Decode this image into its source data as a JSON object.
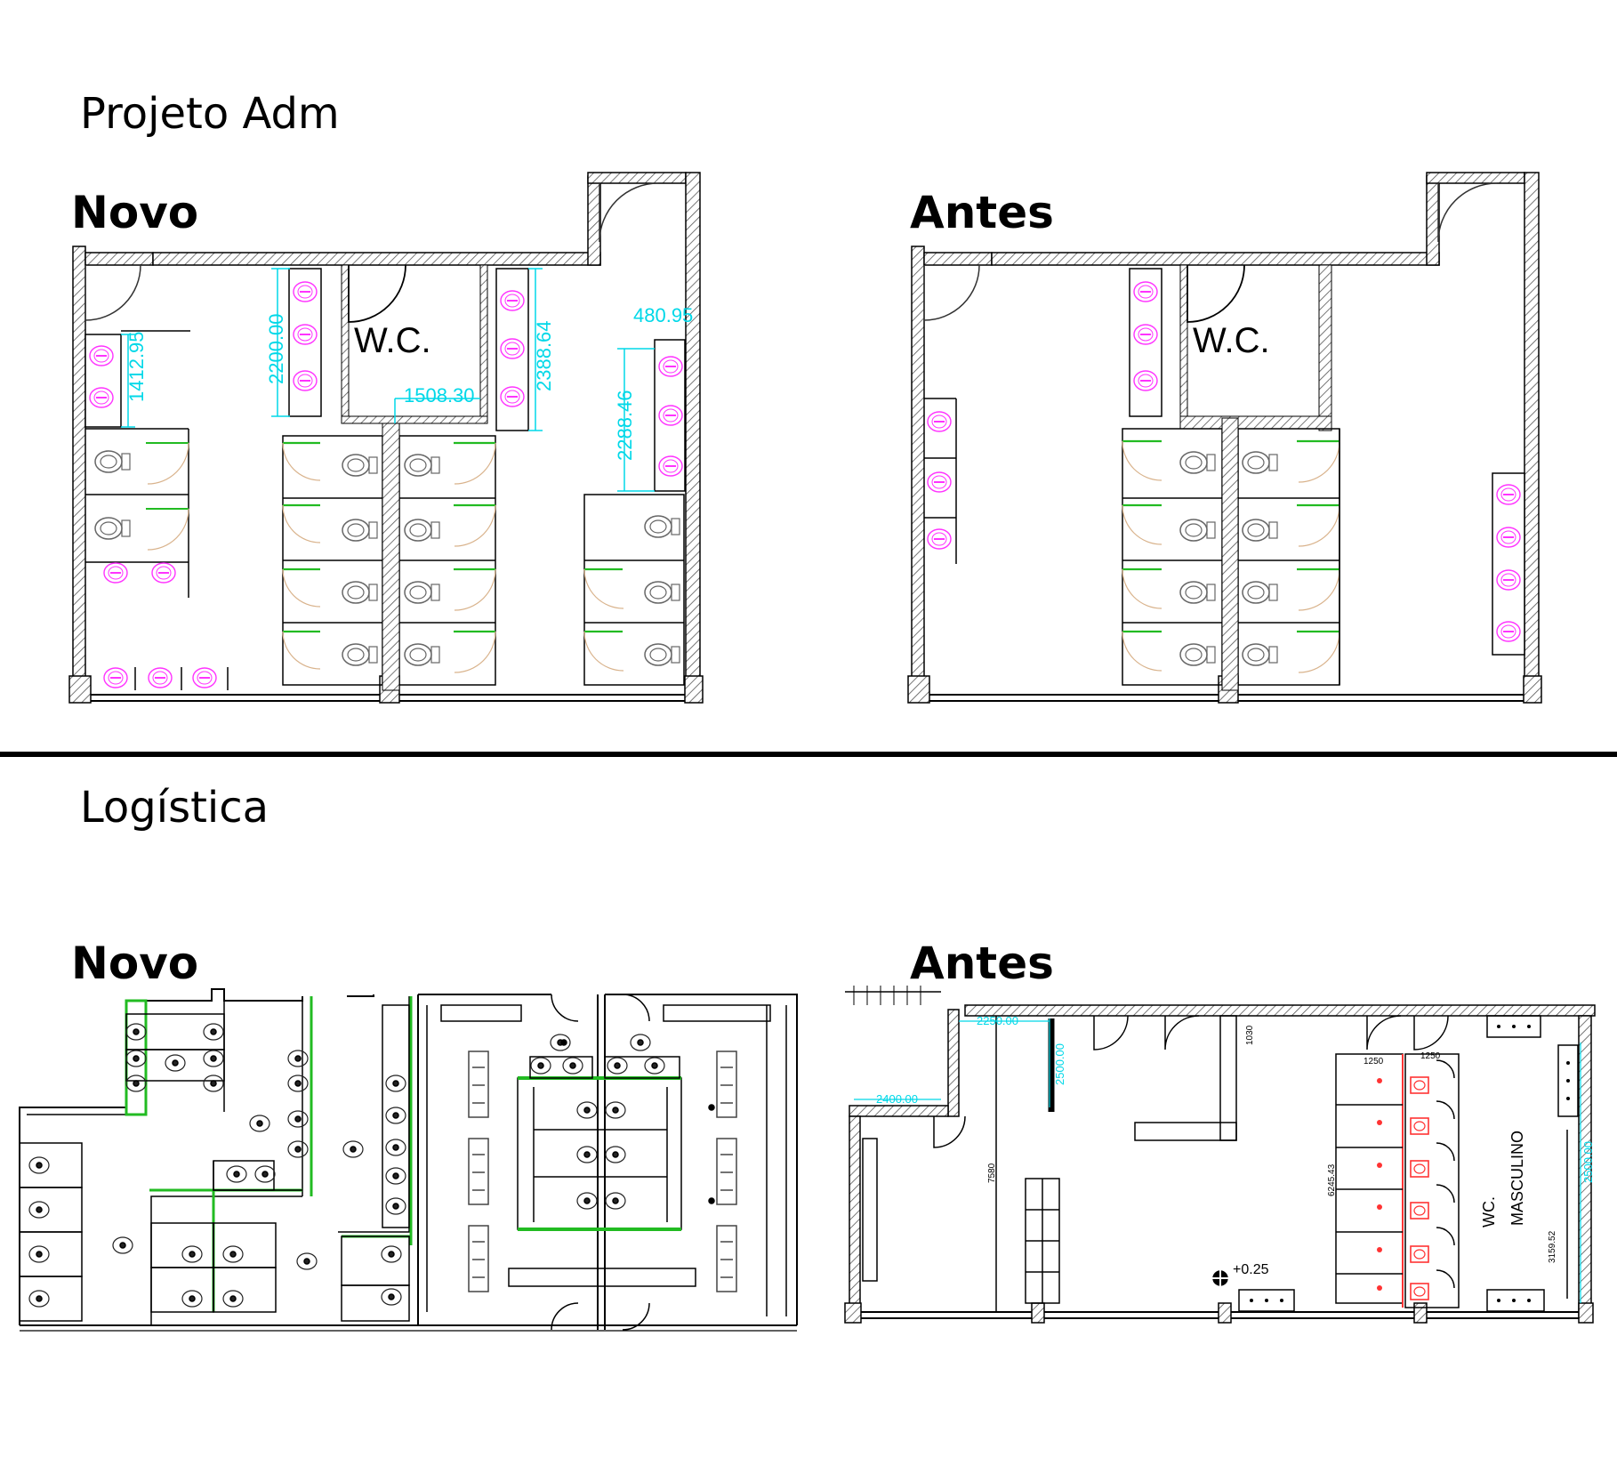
{
  "sections": {
    "adm": {
      "title": "Projeto Adm",
      "new_label": "Novo",
      "old_label": "Antes"
    },
    "log": {
      "title": "Logística",
      "new_label": "Novo",
      "old_label": "Antes"
    }
  },
  "adm_plans": {
    "room_label": "W.C.",
    "dims_new": [
      "2200.00",
      "1412.95",
      "2388.64",
      "1508.30",
      "2288.46",
      "480.95"
    ]
  },
  "log_plans": {
    "old_room_label_1": "WC.",
    "old_room_label_2": "MASCULINO",
    "old_level": "+0.25",
    "old_dims": [
      "2250.00",
      "2400.00",
      "2500.00",
      "1030",
      "1250",
      "1250",
      "7580",
      "6245.43",
      "3159.52",
      "2500.00"
    ]
  },
  "colors": {
    "wall": "#000000",
    "hatch": "#555555",
    "dimension": "#00d8e8",
    "fixture": "#ff33ff",
    "partition": "#22bb22",
    "door_swing": "#d9b38c",
    "urinal_red": "#ff3333"
  }
}
